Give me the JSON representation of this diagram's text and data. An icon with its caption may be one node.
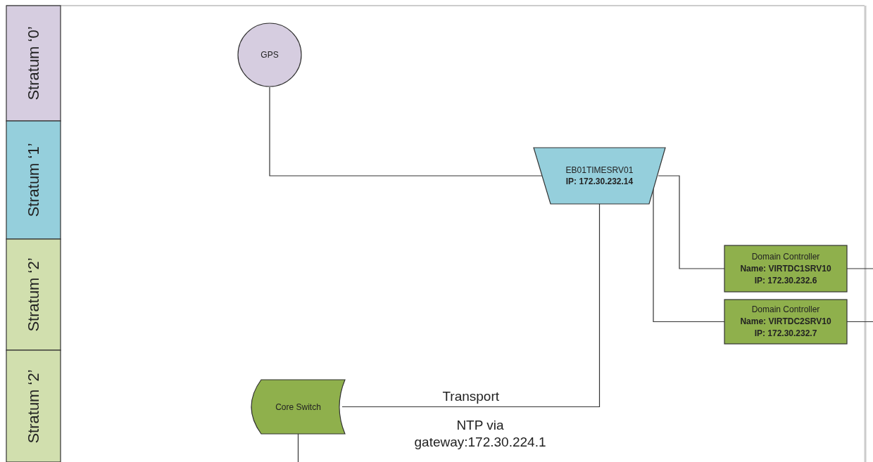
{
  "diagram": {
    "nodes": [
      {
        "text": [
          "Stratum ‘0’"
        ]
      },
      {
        "text": [
          "Stratum ‘1’"
        ]
      },
      {
        "text": [
          "Stratum ‘2’"
        ]
      },
      {
        "text": [
          "Stratum ‘2’"
        ]
      },
      {
        "text": [
          "GPS"
        ]
      },
      {
        "text": [
          "EB01TIMESRV01",
          "IP: 172.30.232.14"
        ]
      },
      {
        "text": [
          "Domain Controller",
          "Name: VIRTDC1SRV10",
          "IP: 172.30.232.6"
        ]
      },
      {
        "text": [
          "Domain Controller",
          "Name: VIRTDC2SRV10",
          "IP: 172.30.232.7"
        ]
      },
      {
        "text": [
          "Core Switch"
        ]
      }
    ],
    "edges": [
      {
        "from": 4,
        "to": 5,
        "arrow": "none"
      },
      {
        "from": 5,
        "to": 6,
        "arrow": "none"
      },
      {
        "from": 5,
        "to": 7,
        "arrow": "none"
      },
      {
        "from": 5,
        "to": 8,
        "arrow": "none",
        "label": "Transport"
      },
      {
        "from": 6,
        "to": null,
        "arrow": "none"
      },
      {
        "from": 7,
        "to": null,
        "arrow": "none"
      },
      {
        "from": 8,
        "to": null,
        "arrow": "none"
      }
    ],
    "labels": [
      "NTP via gateway:172.30.224.1"
    ]
  }
}
